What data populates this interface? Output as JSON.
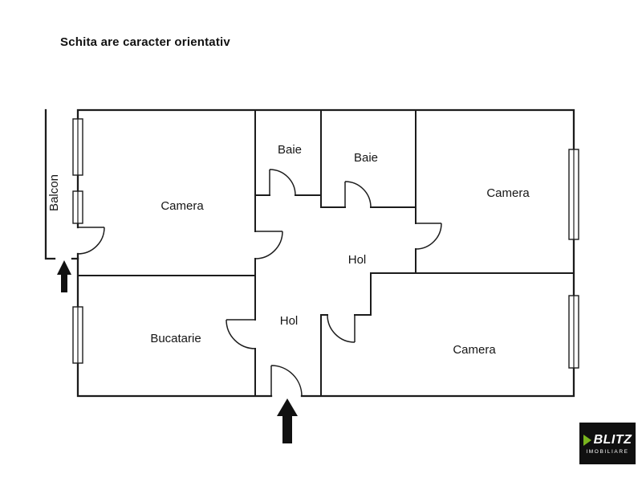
{
  "page": {
    "disclaimer": "Schita are caracter orientativ"
  },
  "floorplan": {
    "rooms": [
      {
        "id": "balcon",
        "label": "Balcon"
      },
      {
        "id": "camera-top-left",
        "label": "Camera"
      },
      {
        "id": "baie-1",
        "label": "Baie"
      },
      {
        "id": "baie-2",
        "label": "Baie"
      },
      {
        "id": "camera-top-right",
        "label": "Camera"
      },
      {
        "id": "hol-middle",
        "label": "Hol"
      },
      {
        "id": "bucatarie",
        "label": "Bucatarie"
      },
      {
        "id": "hol-bottom",
        "label": "Hol"
      },
      {
        "id": "camera-bottom-right",
        "label": "Camera"
      }
    ]
  },
  "logo": {
    "brand": "BLITZ",
    "sub": "IMOBILIARE"
  },
  "colors": {
    "walls": "#1c1c1c",
    "text": "#161616",
    "logo_bg": "#101010",
    "logo_green": "#79b51e"
  }
}
